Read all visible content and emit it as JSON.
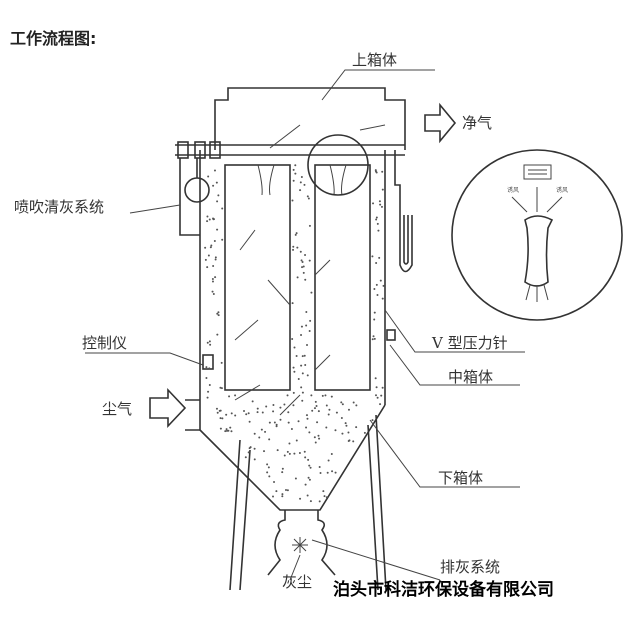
{
  "title": "工作流程图:",
  "labels": {
    "upper_box": "上箱体",
    "clean_air": "净气",
    "pulse_system": "喷吹清灰系统",
    "controller": "控制仪",
    "dust_air": "尘气",
    "pressure_gauge": "V 型压力针",
    "middle_box": "中箱体",
    "lower_box": "下箱体",
    "discharge_system": "排灰系统",
    "dust": "灰尘"
  },
  "detail": {
    "left_air": "诱风",
    "right_air": "诱风"
  },
  "company": "泊头市科洁环保设备有限公司"
}
